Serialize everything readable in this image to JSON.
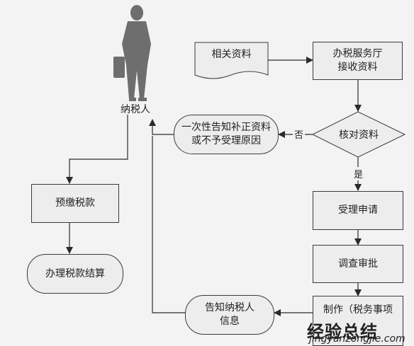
{
  "person": {
    "label": "纳税人"
  },
  "nodes": {
    "materials": "相关资料",
    "hall": "办税服务厅\n接收资料",
    "verify": "核对资料",
    "notify_once": "一次性告知补正资料\n或不予受理原因",
    "accept": "受理申请",
    "review": "调查审批",
    "produce": "制作（税务事项",
    "inform": "告知纳税人\n信息",
    "prepay": "预缴税款",
    "settle": "办理税款结算"
  },
  "edges": {
    "no": "否",
    "yes": "是"
  },
  "watermark": {
    "logo": "经验总结",
    "url": "jingyanzongjie.com"
  },
  "colors": {
    "line": "#2b2b2b",
    "fill": "#ededed",
    "person": "#6e6e6e"
  }
}
